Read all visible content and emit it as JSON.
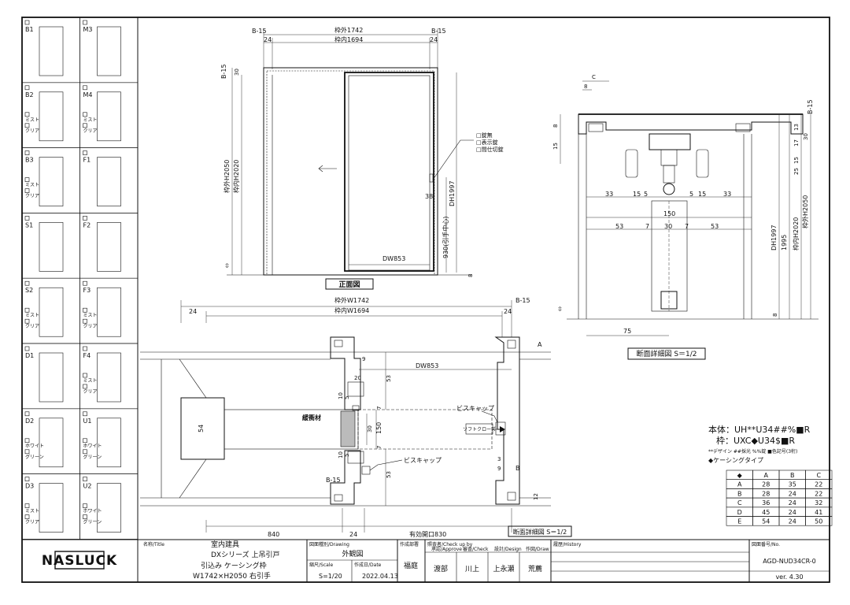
{
  "door_catalog": [
    {
      "code": "B1",
      "opts": []
    },
    {
      "code": "M3",
      "opts": []
    },
    {
      "code": "B2",
      "opts": [
        "ミスト",
        "クリア"
      ]
    },
    {
      "code": "M4",
      "opts": [
        "ミスト",
        "クリア"
      ]
    },
    {
      "code": "B3",
      "opts": [
        "ミスト",
        "クリア"
      ]
    },
    {
      "code": "F1",
      "opts": []
    },
    {
      "code": "S1",
      "opts": []
    },
    {
      "code": "F2",
      "opts": []
    },
    {
      "code": "S2",
      "opts": [
        "ミスト",
        "クリア"
      ]
    },
    {
      "code": "F3",
      "opts": [
        "ミスト",
        "クリア"
      ]
    },
    {
      "code": "D1",
      "opts": []
    },
    {
      "code": "F4",
      "opts": [
        "ミスト",
        "クリア"
      ]
    },
    {
      "code": "D2",
      "opts": [
        "ホワイト",
        "グリーン"
      ]
    },
    {
      "code": "U1",
      "opts": [
        "ホワイト",
        "グリーン"
      ]
    },
    {
      "code": "D3",
      "opts": [
        "ミスト",
        "クリア"
      ]
    },
    {
      "code": "U2",
      "opts": [
        "ホワイト",
        "グリーン"
      ]
    }
  ],
  "front_view": {
    "title": "正面図",
    "b15_left": "B-15",
    "b15_right": "B-15",
    "outer_width": "枠外1742",
    "inner_width": "枠内1694",
    "side24_left": "24",
    "side24_right": "24",
    "b15_top": "B-15",
    "dim30": "30",
    "outer_height": "枠外H2050",
    "inner_height": "枠内H2020",
    "dh": "DH1997",
    "handle_height": "930(引手中心)",
    "dim38": "38",
    "dw": "DW853",
    "dim8": "8",
    "legend": [
      "□錠無",
      "□表示錠",
      "□間仕切錠"
    ]
  },
  "plan_view": {
    "title": "断面詳細図 S＝1/2",
    "outer_width": "枠外W1742",
    "inner_width": "枠内W1694",
    "dim24_left": "24",
    "dim24_right": "24",
    "b15": "B-15",
    "b15_lower": "B-15",
    "dw": "DW853",
    "cushion": "緩衝材",
    "screw_cap_top": "ビスキャップ",
    "screw_cap_bottom": "ビスキャップ",
    "soft_close": "ソフトクローズ",
    "dim9": "9",
    "dim20": "20",
    "dim53_top": "53",
    "dim53_bottom": "53",
    "dim10": "10",
    "dim5": "5",
    "dim7_top": "7",
    "dim7_bottom": "7",
    "dim30": "30",
    "dim150": "150",
    "dim54": "54",
    "dim5b": "5",
    "dim10b": "10",
    "dim3": "3",
    "dim9b": "9",
    "letter_b": "B",
    "letter_a": "A",
    "dim12": "12",
    "dim840": "840",
    "dim24_bottom": "24",
    "opening": "有効開口830"
  },
  "section_view": {
    "title": "断面詳細図 S＝1/2",
    "c": "C",
    "dim8_top": "8",
    "b15": "B-15",
    "dim8_left": "8",
    "dim15_left": "15",
    "dim13": "13",
    "dim17": "17",
    "dim30": "30",
    "dim15_right": "15",
    "dim25": "25",
    "row1": [
      "33",
      "15",
      "5",
      "5",
      "15",
      "33"
    ],
    "dim150": "150",
    "row2": [
      "53",
      "7",
      "30",
      "7",
      "53"
    ],
    "dh": "DH1997",
    "h1995": "1995",
    "inner_h": "枠内H2020",
    "outer_h": "枠外H2050",
    "dim8_bottom": "8",
    "dim75": "75"
  },
  "spec": {
    "body": "本体：UH**U34##%■R",
    "frame": "枠：UXC◆U34$■R",
    "note": "**デザイン ##採光 %%錠 ■色記号(3桁)",
    "casing": "◆ケーシングタイプ",
    "table_header": [
      "◆",
      "A",
      "B",
      "C"
    ],
    "table_rows": [
      [
        "A",
        "28",
        "35",
        "22"
      ],
      [
        "B",
        "28",
        "24",
        "22"
      ],
      [
        "C",
        "36",
        "24",
        "32"
      ],
      [
        "D",
        "45",
        "24",
        "41"
      ],
      [
        "E",
        "54",
        "24",
        "50"
      ]
    ]
  },
  "title_block": {
    "logo": "NASLUCK",
    "name_label": "名称/Title",
    "name1": "室内建具",
    "name2": "DXシリーズ 上吊引戸",
    "name3": "引込み ケーシング枠",
    "name4": "W1742×H2050 右引手",
    "drawing_label": "図面種別/Drawing",
    "drawing": "外観図",
    "scale_label": "縮尺/Scale",
    "scale": "S=1/20",
    "date_label": "作成日/Date",
    "date": "2022.04.13",
    "dept_label": "作成部署",
    "dept": "福庭",
    "check_label": "照査者/Check up by",
    "check_sub": [
      "承認/Approve",
      "審査/Check",
      "設計/Design",
      "作図/Draw"
    ],
    "names": [
      "渡部",
      "川上",
      "上永瀬",
      "荒薦"
    ],
    "history_label": "履歴/History",
    "number_label": "図面番号/No.",
    "number": "AGD-NUD34CR-0",
    "version": "ver. 4.30"
  }
}
